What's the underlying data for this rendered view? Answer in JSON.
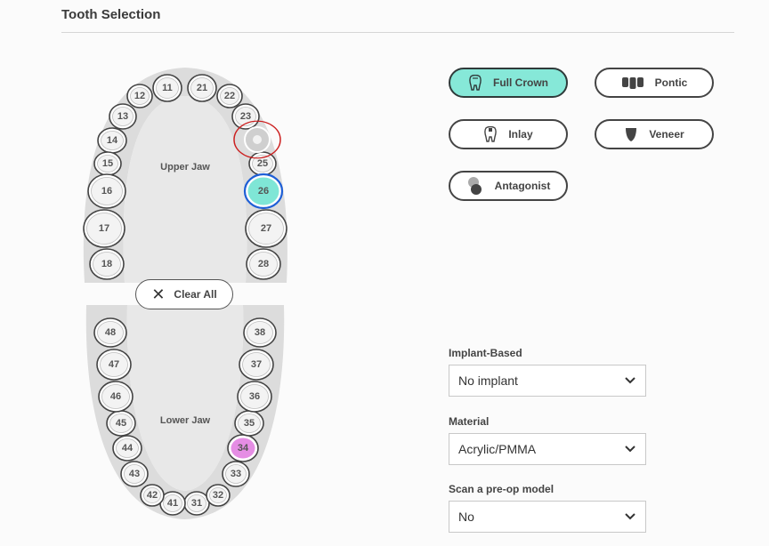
{
  "header": {
    "title": "Tooth Selection"
  },
  "jaw": {
    "upper_label": "Upper Jaw",
    "lower_label": "Lower Jaw",
    "clear_all_label": "Clear All",
    "upper_teeth": [
      "11",
      "12",
      "13",
      "14",
      "15",
      "16",
      "17",
      "18",
      "21",
      "22",
      "23",
      "25",
      "26",
      "27",
      "28"
    ],
    "lower_teeth": [
      "31",
      "32",
      "33",
      "34",
      "35",
      "36",
      "37",
      "38",
      "41",
      "42",
      "43",
      "44",
      "45",
      "46",
      "47",
      "48"
    ],
    "selected": {
      "26": "#7fe6d6",
      "34": "#e58de4"
    },
    "implant_marker_tooth": "24"
  },
  "tooth_types": [
    {
      "id": "full-crown",
      "label": "Full Crown",
      "active": true,
      "icon": "crown-icon"
    },
    {
      "id": "pontic",
      "label": "Pontic",
      "active": false,
      "icon": "pontic-icon"
    },
    {
      "id": "inlay",
      "label": "Inlay",
      "active": false,
      "icon": "inlay-icon"
    },
    {
      "id": "veneer",
      "label": "Veneer",
      "active": false,
      "icon": "veneer-icon"
    },
    {
      "id": "antagonist",
      "label": "Antagonist",
      "active": false,
      "icon": "antagonist-icon"
    }
  ],
  "form": {
    "implant": {
      "label": "Implant-Based",
      "value": "No implant"
    },
    "material": {
      "label": "Material",
      "value": "Acrylic/PMMA"
    },
    "scan": {
      "label": "Scan a pre-op model",
      "value": "No"
    }
  },
  "colors": {
    "accent": "#86e8d8",
    "selected_blue_outline": "#1e5fd6",
    "selected_pink": "#e58de4",
    "marker_red": "#cc1f1f"
  }
}
